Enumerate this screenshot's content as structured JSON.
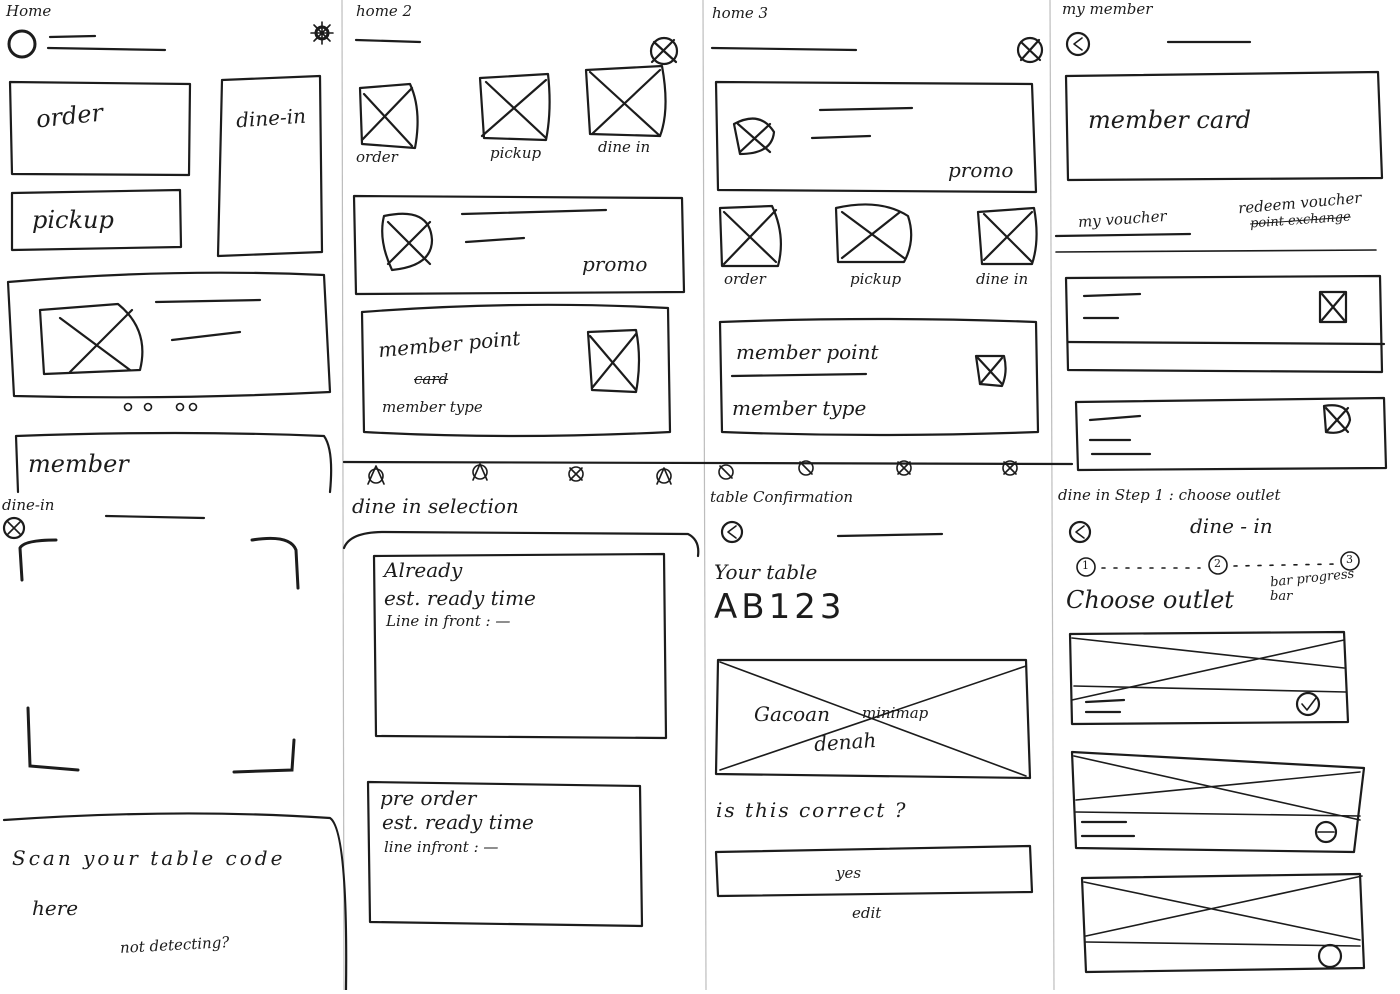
{
  "screens": {
    "home1": {
      "title": "Home",
      "order": "order",
      "dine_in": "dine-in",
      "pickup": "pickup",
      "member": "member"
    },
    "home2": {
      "title": "home 2",
      "order": "order",
      "pickup": "pickup",
      "dine_in": "dine in",
      "promo": "promo",
      "member_point": "member point",
      "card_struck": "card",
      "member_type": "member type"
    },
    "home3": {
      "title": "home 3",
      "promo": "promo",
      "order": "order",
      "pickup": "pickup",
      "dine_in": "dine in",
      "member_point": "member point",
      "member_type": "member type"
    },
    "my_member": {
      "title": "my member",
      "member_card": "member card",
      "my_voucher": "my voucher",
      "redeem_voucher": "redeem voucher",
      "point_exchange_struck": "point exchange"
    },
    "dine_in_scan": {
      "title": "dine-in",
      "scan_text_line1": "Scan your table code",
      "scan_text_line2": "here",
      "not_detecting": "not detecting?"
    },
    "dine_in_selection": {
      "title": "dine in selection",
      "already_title": "Already",
      "already_est": "est. ready time",
      "already_line": "Line in front : —",
      "preorder_title": "pre order",
      "preorder_est": "est. ready time",
      "preorder_line": "line infront : —"
    },
    "table_confirmation": {
      "title": "table Confirmation",
      "your_table": "Your table",
      "table_code": "AB123",
      "map_label_1": "Gacoan",
      "map_label_2": "minimap",
      "map_label_3": "denah",
      "question": "is this correct ?",
      "yes": "yes",
      "edit": "edit"
    },
    "dine_in_step1": {
      "title": "dine in Step 1 : choose outlet",
      "header": "dine - in",
      "step_1": "1",
      "step_2": "2",
      "step_3": "3",
      "choose_outlet": "Choose outlet",
      "progress_note_1": "bar progress",
      "progress_note_2": "bar"
    }
  },
  "icons": {
    "avatar": "circle-icon",
    "settings": "gear-icon",
    "close": "close-icon",
    "back": "back-icon",
    "placeholder_image": "image-placeholder-icon",
    "check": "check-circle-icon",
    "nav": "nav-icon"
  }
}
